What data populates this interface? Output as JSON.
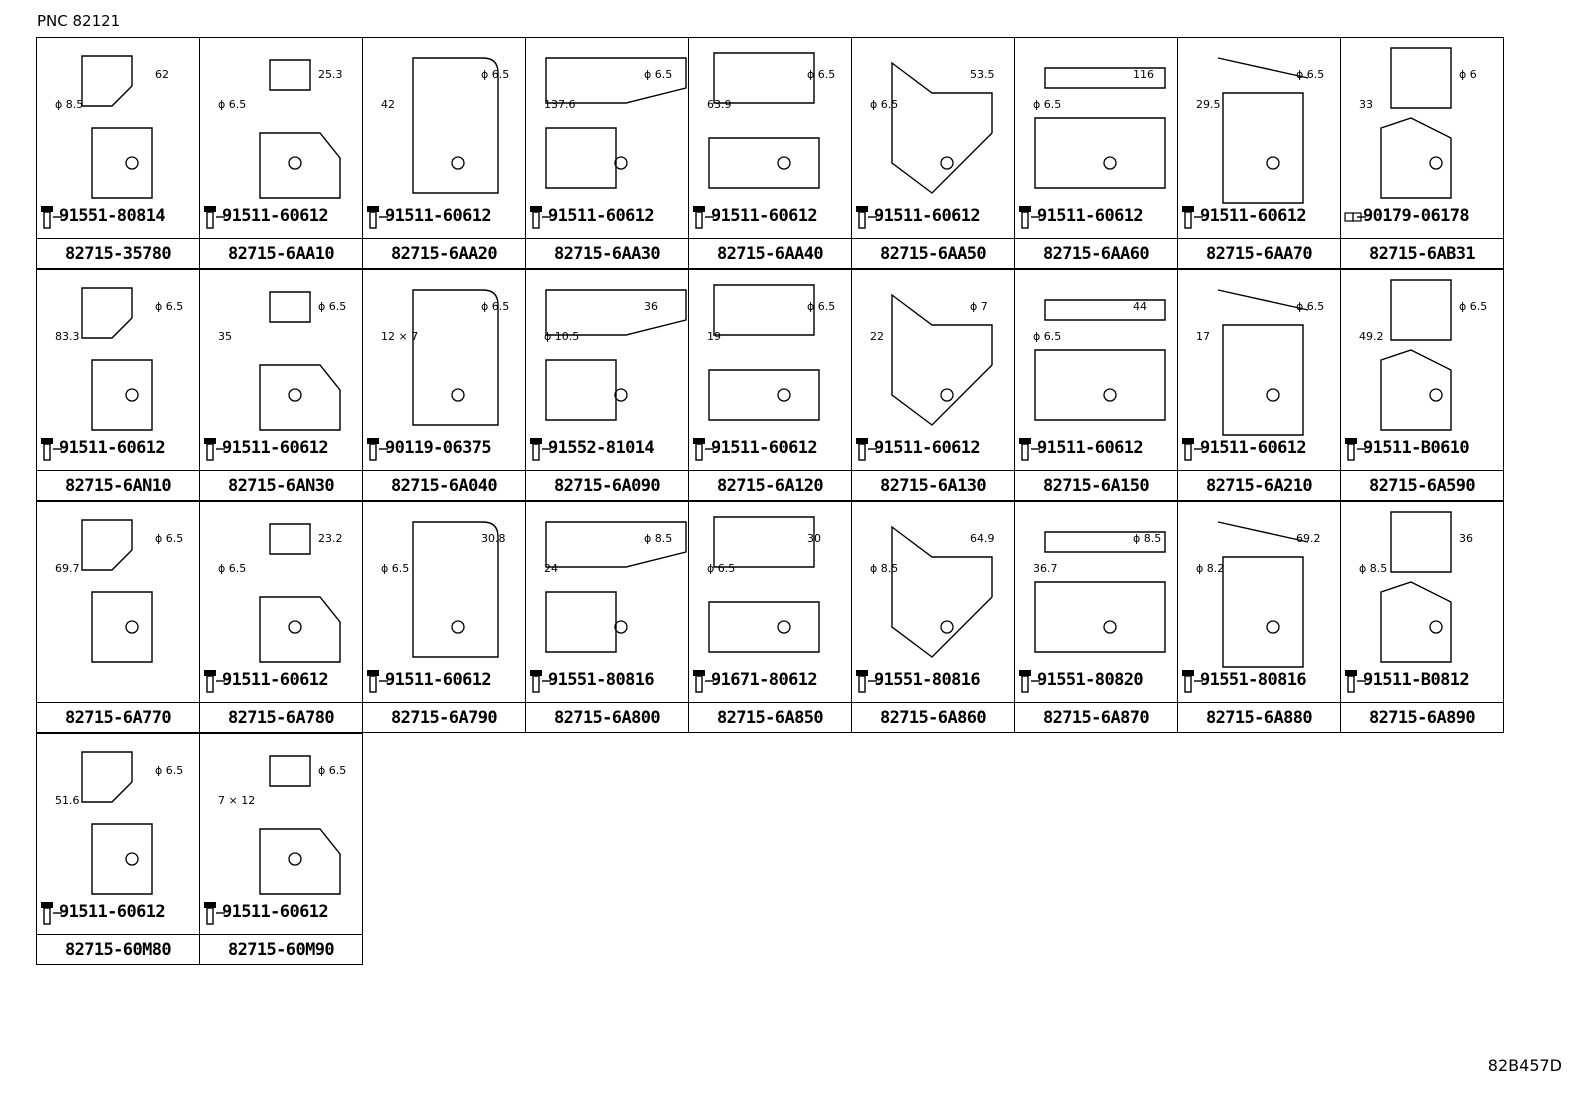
{
  "header": {
    "pnc_label": "PNC 82121"
  },
  "footer": {
    "diagram_code": "82B457D"
  },
  "parts": [
    {
      "part_no": "82715-35780",
      "bolt_no": "91551-80814",
      "bolt_icon": "bolt-icon",
      "dims": [
        "ϕ 8.5",
        "62"
      ]
    },
    {
      "part_no": "82715-6AA10",
      "bolt_no": "91511-60612",
      "bolt_icon": "bolt-icon",
      "dims": [
        "ϕ 6.5",
        "25.3"
      ]
    },
    {
      "part_no": "82715-6AA20",
      "bolt_no": "91511-60612",
      "bolt_icon": "bolt-icon",
      "dims": [
        "42",
        "ϕ 6.5"
      ]
    },
    {
      "part_no": "82715-6AA30",
      "bolt_no": "91511-60612",
      "bolt_icon": "bolt-icon",
      "dims": [
        "137.6",
        "ϕ 6.5"
      ]
    },
    {
      "part_no": "82715-6AA40",
      "bolt_no": "91511-60612",
      "bolt_icon": "bolt-icon",
      "dims": [
        "63.9",
        "ϕ 6.5"
      ]
    },
    {
      "part_no": "82715-6AA50",
      "bolt_no": "91511-60612",
      "bolt_icon": "bolt-icon",
      "dims": [
        "ϕ 6.5",
        "53.5"
      ]
    },
    {
      "part_no": "82715-6AA60",
      "bolt_no": "91511-60612",
      "bolt_icon": "bolt-icon",
      "dims": [
        "ϕ 6.5",
        "116"
      ]
    },
    {
      "part_no": "82715-6AA70",
      "bolt_no": "91511-60612",
      "bolt_icon": "bolt-icon",
      "dims": [
        "29.5",
        "ϕ 6.5"
      ]
    },
    {
      "part_no": "82715-6AB31",
      "bolt_no": "90179-06178",
      "bolt_icon": "nut-icon",
      "dims": [
        "33",
        "ϕ 6"
      ]
    },
    {
      "part_no": "82715-6AN10",
      "bolt_no": "91511-60612",
      "bolt_icon": "bolt-icon",
      "dims": [
        "83.3",
        "ϕ 6.5"
      ]
    },
    {
      "part_no": "82715-6AN30",
      "bolt_no": "91511-60612",
      "bolt_icon": "bolt-icon",
      "dims": [
        "35",
        "ϕ 6.5"
      ]
    },
    {
      "part_no": "82715-6A040",
      "bolt_no": "90119-06375",
      "bolt_icon": "bolt-icon",
      "dims": [
        "12 × 7",
        "ϕ 6.5"
      ]
    },
    {
      "part_no": "82715-6A090",
      "bolt_no": "91552-81014",
      "bolt_icon": "bolt-icon",
      "dims": [
        "ϕ 10.5",
        "36"
      ]
    },
    {
      "part_no": "82715-6A120",
      "bolt_no": "91511-60612",
      "bolt_icon": "bolt-icon",
      "dims": [
        "19",
        "ϕ 6.5"
      ]
    },
    {
      "part_no": "82715-6A130",
      "bolt_no": "91511-60612",
      "bolt_icon": "bolt-icon",
      "dims": [
        "22",
        "ϕ 7"
      ]
    },
    {
      "part_no": "82715-6A150",
      "bolt_no": "91511-60612",
      "bolt_icon": "bolt-icon",
      "dims": [
        "ϕ 6.5",
        "44"
      ]
    },
    {
      "part_no": "82715-6A210",
      "bolt_no": "91511-60612",
      "bolt_icon": "bolt-icon",
      "dims": [
        "17",
        "ϕ 6.5"
      ]
    },
    {
      "part_no": "82715-6A590",
      "bolt_no": "91511-B0610",
      "bolt_icon": "bolt-icon",
      "dims": [
        "49.2",
        "ϕ 6.5"
      ]
    },
    {
      "part_no": "82715-6A770",
      "bolt_no": "",
      "bolt_icon": "",
      "dims": [
        "69.7",
        "ϕ 6.5"
      ]
    },
    {
      "part_no": "82715-6A780",
      "bolt_no": "91511-60612",
      "bolt_icon": "bolt-icon",
      "dims": [
        "ϕ 6.5",
        "23.2"
      ]
    },
    {
      "part_no": "82715-6A790",
      "bolt_no": "91511-60612",
      "bolt_icon": "bolt-icon",
      "dims": [
        "ϕ 6.5",
        "30.8"
      ]
    },
    {
      "part_no": "82715-6A800",
      "bolt_no": "91551-80816",
      "bolt_icon": "bolt-icon",
      "dims": [
        "24",
        "ϕ 8.5"
      ]
    },
    {
      "part_no": "82715-6A850",
      "bolt_no": "91671-80612",
      "bolt_icon": "bolt-icon",
      "dims": [
        "ϕ 6.5",
        "30"
      ]
    },
    {
      "part_no": "82715-6A860",
      "bolt_no": "91551-80816",
      "bolt_icon": "bolt-icon",
      "dims": [
        "ϕ 8.5",
        "64.9"
      ]
    },
    {
      "part_no": "82715-6A870",
      "bolt_no": "91551-80820",
      "bolt_icon": "bolt-icon",
      "dims": [
        "36.7",
        "ϕ 8.5"
      ]
    },
    {
      "part_no": "82715-6A880",
      "bolt_no": "91551-80816",
      "bolt_icon": "bolt-icon",
      "dims": [
        "ϕ 8.2",
        "69.2"
      ]
    },
    {
      "part_no": "82715-6A890",
      "bolt_no": "91511-B0812",
      "bolt_icon": "bolt-icon",
      "dims": [
        "ϕ 8.5",
        "36"
      ]
    },
    {
      "part_no": "82715-60M80",
      "bolt_no": "91511-60612",
      "bolt_icon": "bolt-icon",
      "dims": [
        "51.6",
        "ϕ 6.5"
      ]
    },
    {
      "part_no": "82715-60M90",
      "bolt_no": "91511-60612",
      "bolt_icon": "bolt-icon",
      "dims": [
        "7 × 12",
        "ϕ 6.5"
      ]
    }
  ]
}
